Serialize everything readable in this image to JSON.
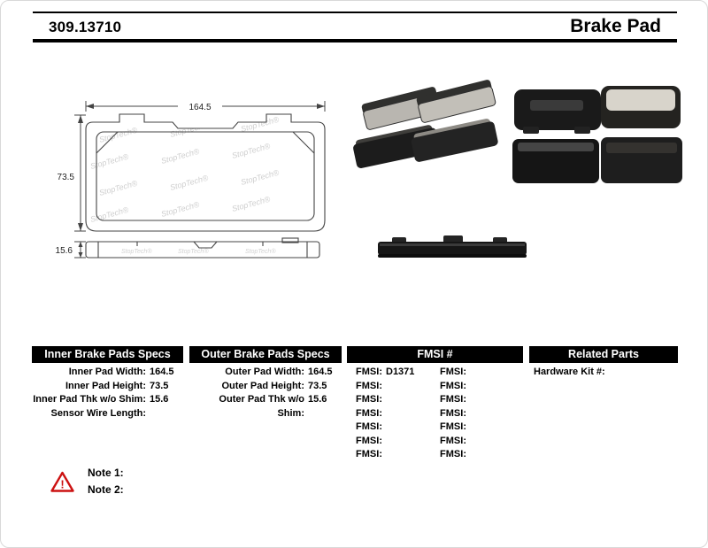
{
  "header": {
    "part_number": "309.13710",
    "title": "Brake Pad"
  },
  "drawing": {
    "watermark": "StopTech®",
    "dims": {
      "width": "164.5",
      "height": "73.5",
      "thickness": "15.6"
    }
  },
  "specs": {
    "inner": {
      "header": "Inner Brake Pads Specs",
      "rows": [
        {
          "label": "Inner Pad Width:",
          "value": "164.5"
        },
        {
          "label": "Inner Pad Height:",
          "value": "73.5"
        },
        {
          "label": "Inner Pad Thk w/o Shim:",
          "value": "15.6"
        },
        {
          "label": "Sensor Wire Length:",
          "value": ""
        }
      ]
    },
    "outer": {
      "header": "Outer Brake Pads Specs",
      "rows": [
        {
          "label": "Outer Pad Width:",
          "value": "164.5"
        },
        {
          "label": "Outer Pad Height:",
          "value": "73.5"
        },
        {
          "label": "Outer Pad Thk w/o Shim:",
          "value": "15.6"
        }
      ]
    },
    "fmsi": {
      "header": "FMSI #",
      "rows": [
        {
          "l1": "FMSI:",
          "v1": "D1371",
          "l2": "FMSI:",
          "v2": ""
        },
        {
          "l1": "FMSI:",
          "v1": "",
          "l2": "FMSI:",
          "v2": ""
        },
        {
          "l1": "FMSI:",
          "v1": "",
          "l2": "FMSI:",
          "v2": ""
        },
        {
          "l1": "FMSI:",
          "v1": "",
          "l2": "FMSI:",
          "v2": ""
        },
        {
          "l1": "FMSI:",
          "v1": "",
          "l2": "FMSI:",
          "v2": ""
        },
        {
          "l1": "FMSI:",
          "v1": "",
          "l2": "FMSI:",
          "v2": ""
        },
        {
          "l1": "FMSI:",
          "v1": "",
          "l2": "FMSI:",
          "v2": ""
        }
      ]
    },
    "related": {
      "header": "Related Parts",
      "rows": [
        {
          "label": "Hardware Kit #:",
          "value": ""
        }
      ]
    }
  },
  "notes": {
    "warning_icon": "!",
    "items": [
      {
        "label": "Note 1:"
      },
      {
        "label": "Note 2:"
      }
    ]
  },
  "colors": {
    "warning": "#cc1111",
    "table_header_bg": "#000000",
    "table_header_fg": "#ffffff"
  }
}
